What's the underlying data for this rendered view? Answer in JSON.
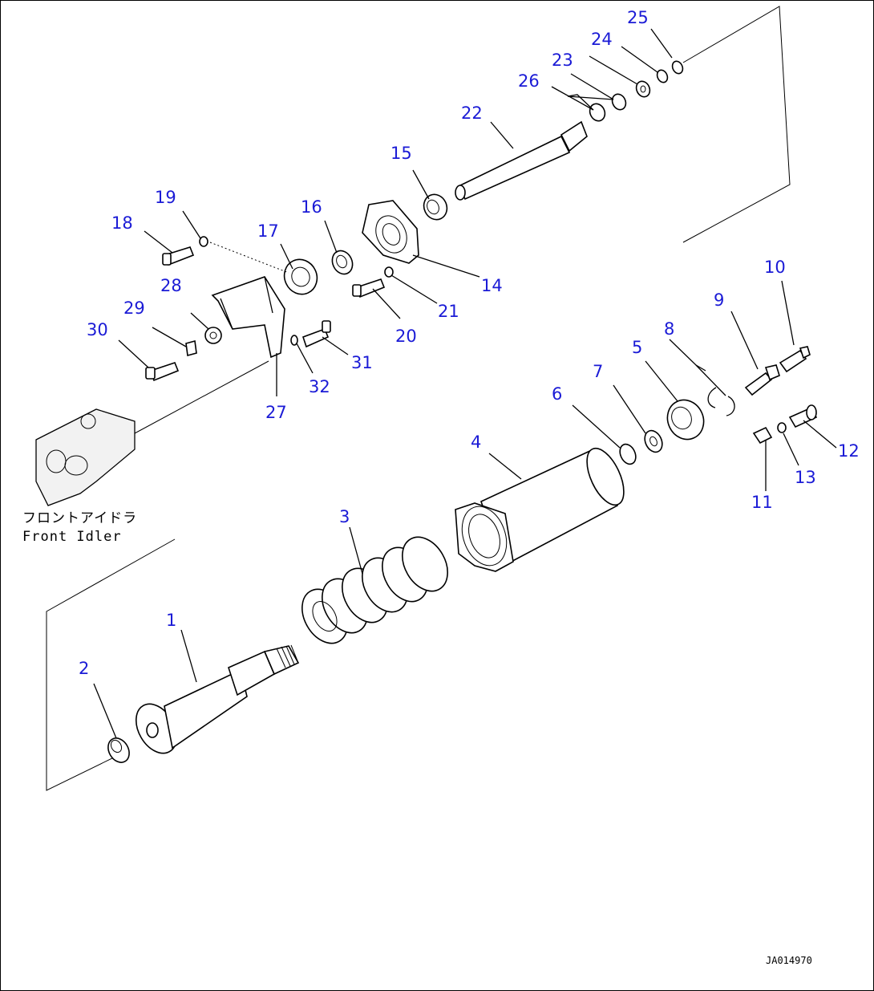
{
  "caption": {
    "jp": "フロントアイドラ",
    "en": "Front Idler"
  },
  "drawing_code": "JA014970",
  "part_numbers": [
    "1",
    "2",
    "3",
    "4",
    "5",
    "6",
    "7",
    "8",
    "9",
    "10",
    "11",
    "12",
    "13",
    "14",
    "15",
    "16",
    "17",
    "18",
    "19",
    "20",
    "21",
    "22",
    "23",
    "24",
    "25",
    "26",
    "27",
    "28",
    "29",
    "30",
    "31",
    "32"
  ],
  "colors": {
    "callout": "#1b1bd6",
    "line": "#000000"
  }
}
